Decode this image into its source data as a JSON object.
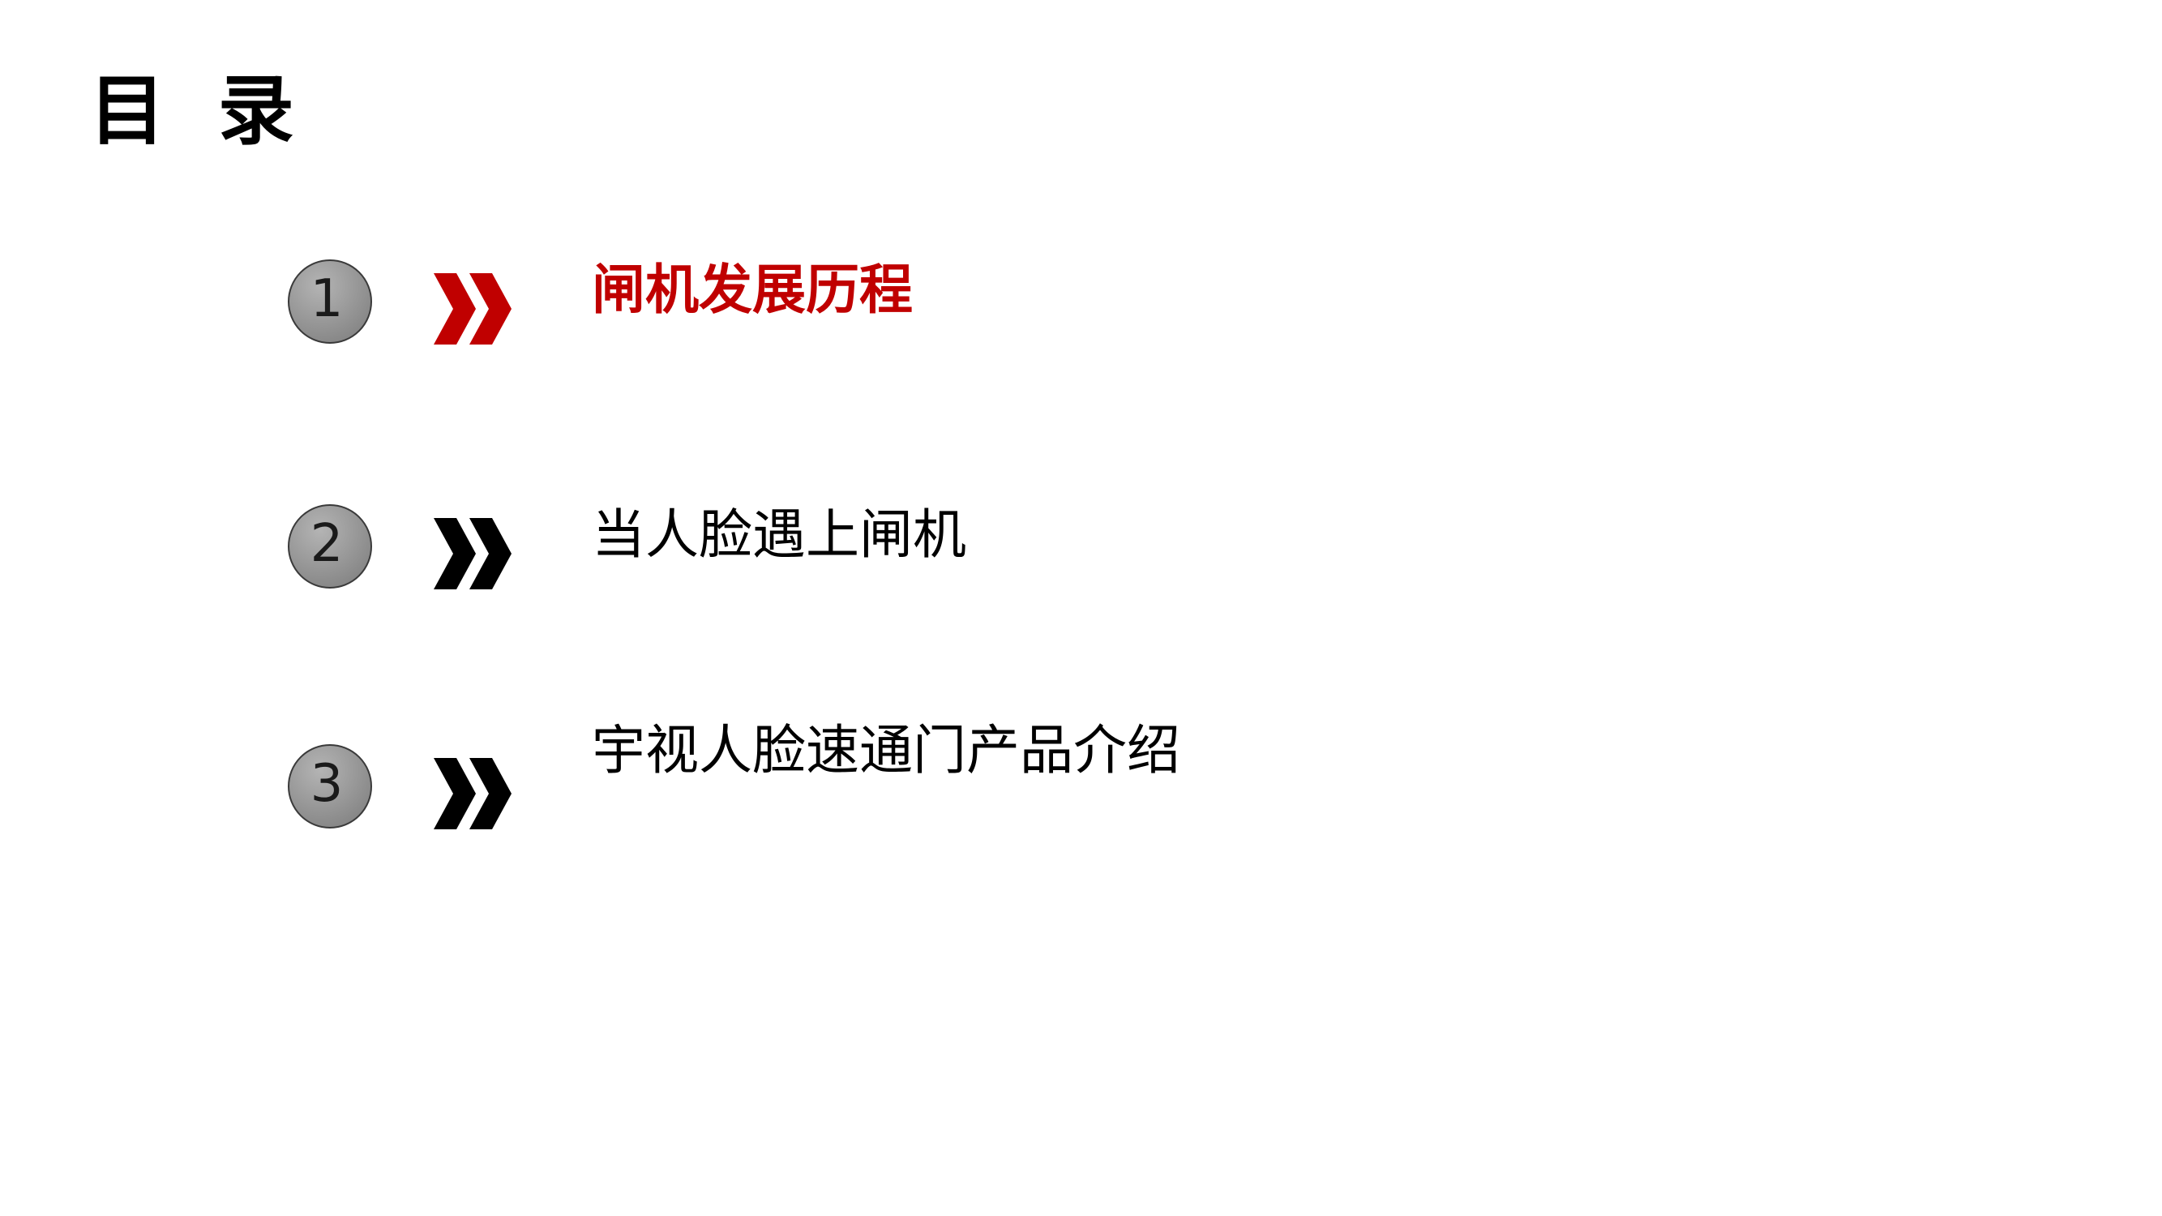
{
  "slide": {
    "title": "目 录",
    "colors": {
      "accent": "#c00000",
      "normal": "#000000",
      "circle": "#9a9a9a"
    },
    "items": [
      {
        "number": "1",
        "label": "闸机发展历程",
        "active": true
      },
      {
        "number": "2",
        "label": "当人脸遇上闸机",
        "active": false
      },
      {
        "number": "3",
        "label": "宇视人脸速通门产品介绍",
        "active": false
      }
    ],
    "icons": {
      "chevron": "double-chevron-right-icon"
    }
  }
}
